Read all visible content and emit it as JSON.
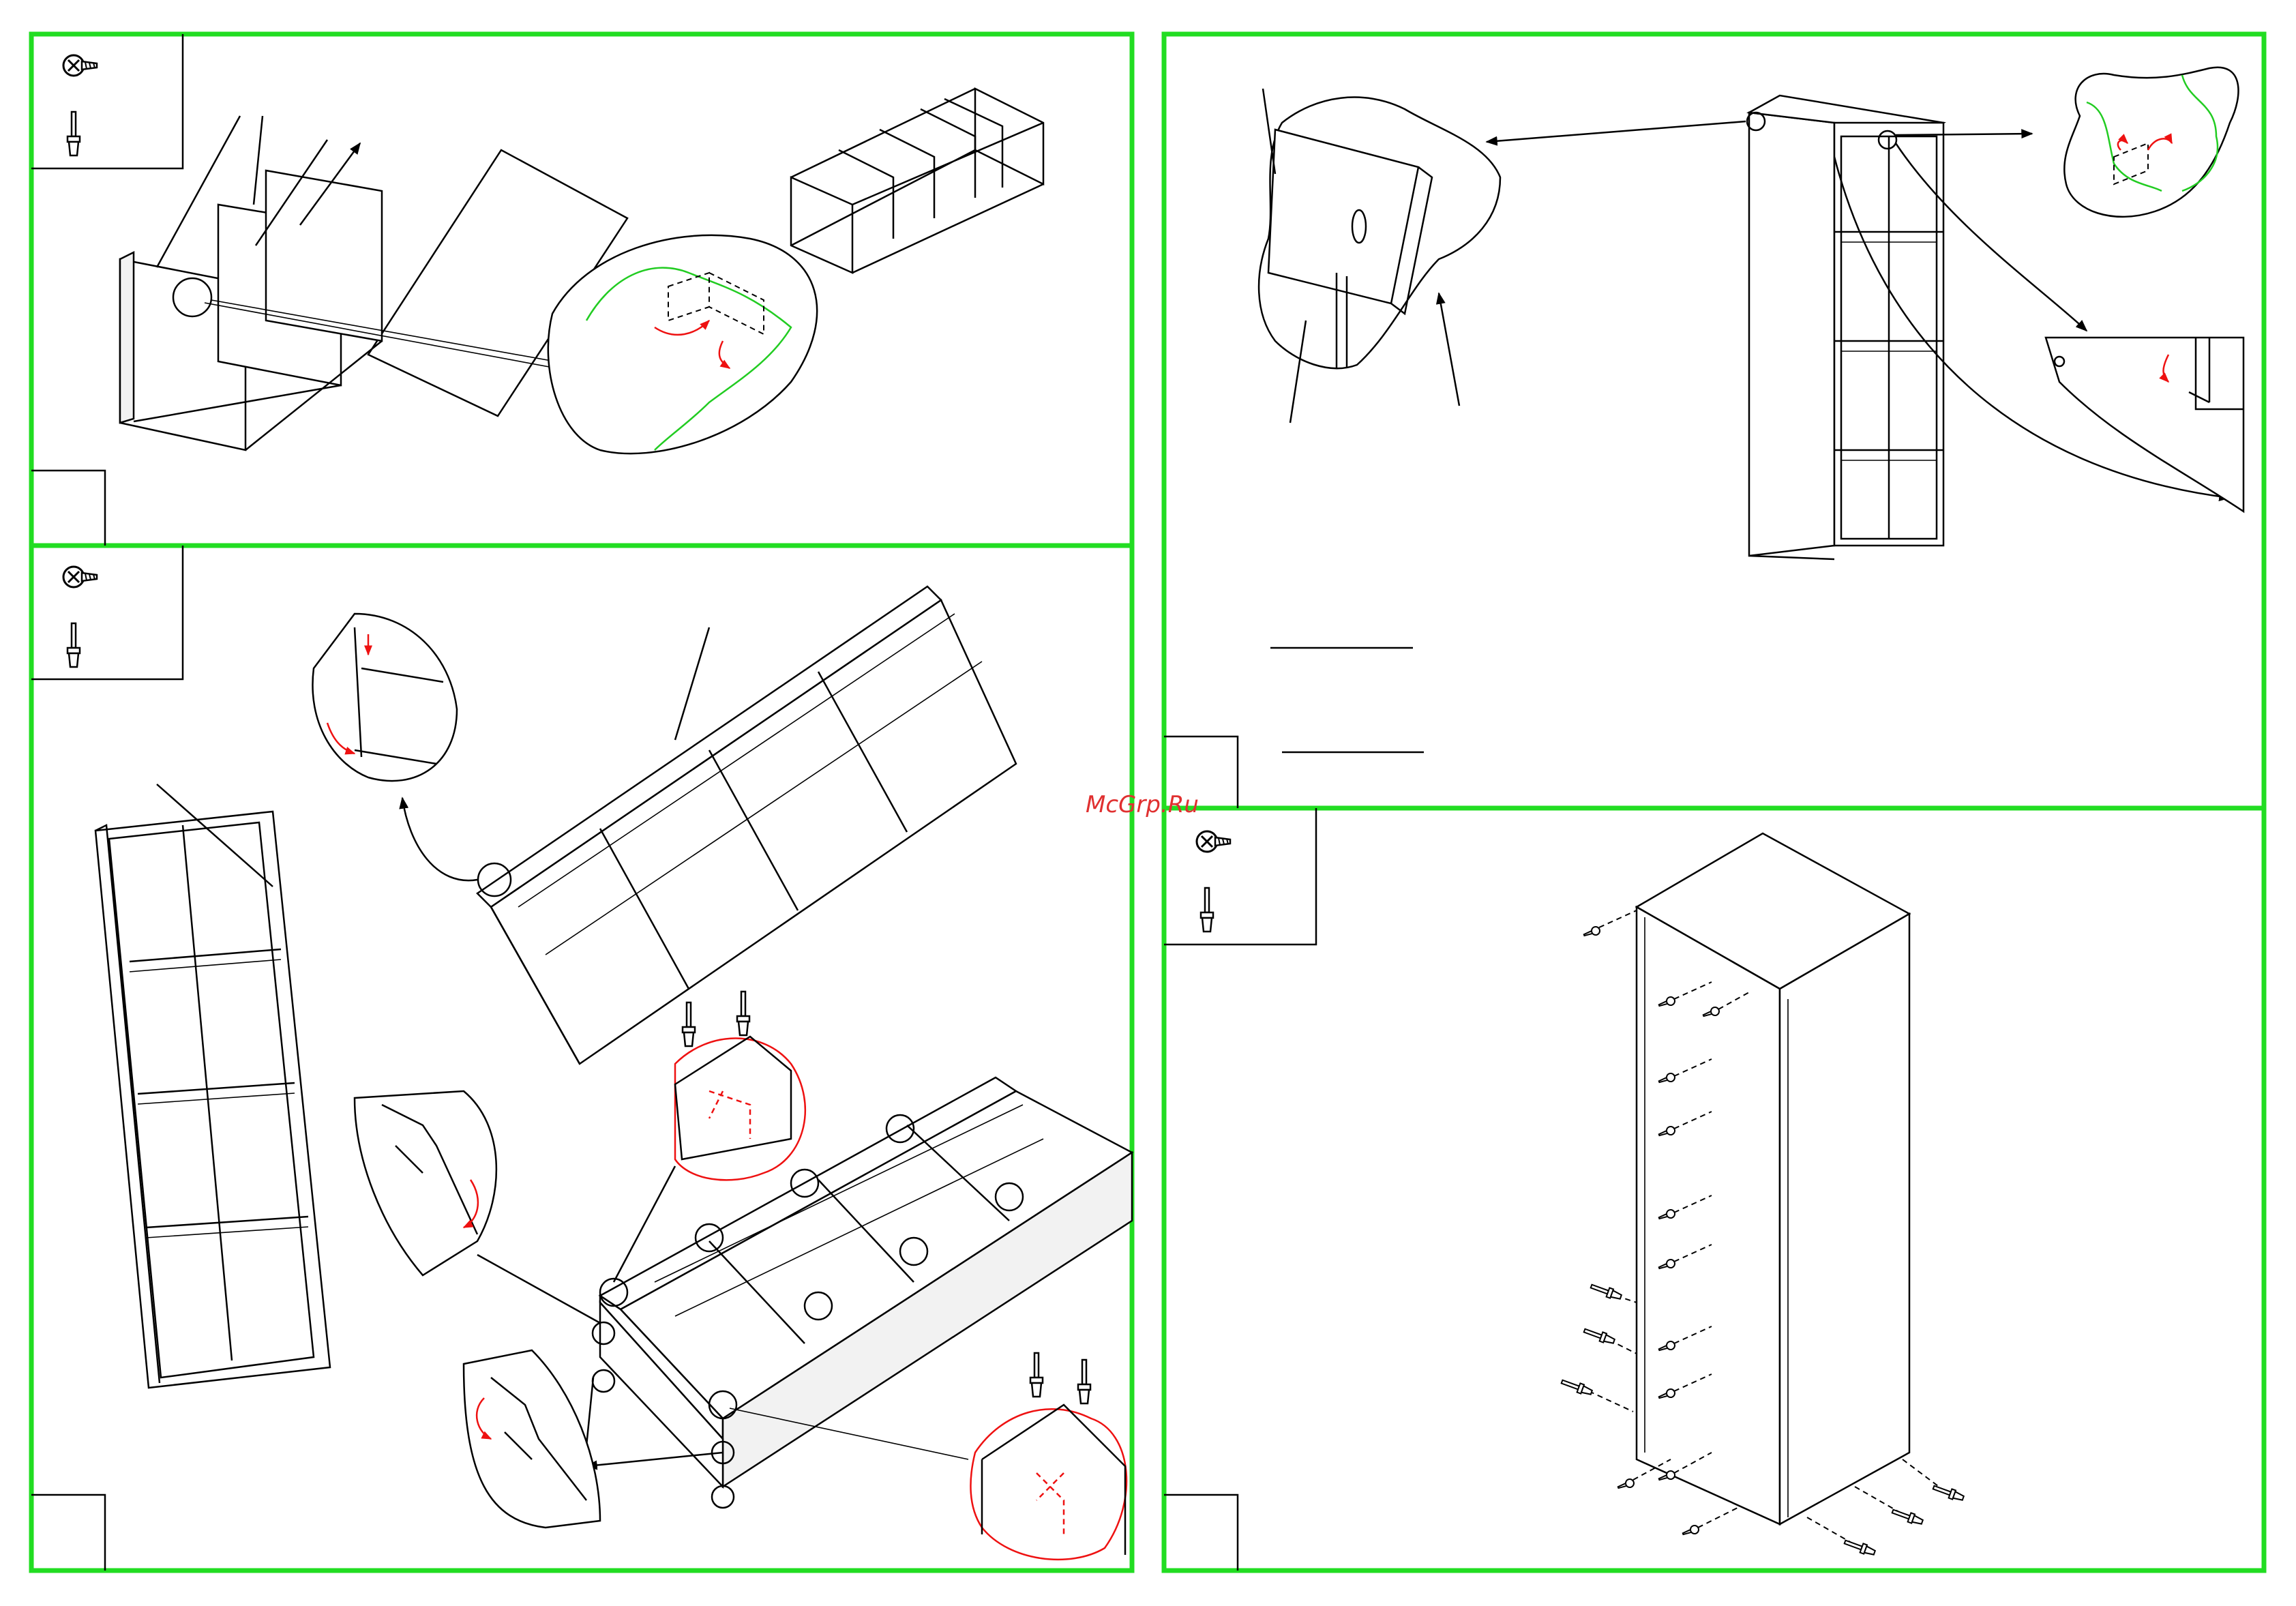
{
  "watermark": "McGrp.Ru",
  "colors": {
    "panel_border": "#22dd22",
    "detail_outline_red": "#e11111",
    "detail_outline_green": "#22cc22",
    "watermark": "#e03030"
  },
  "panels": [
    {
      "id": "panel-top-left",
      "hardware_icons": [
        "screw-icon",
        "cam-bolt-icon"
      ]
    },
    {
      "id": "panel-middle-left",
      "hardware_icons": [
        "screw-icon",
        "cam-bolt-icon"
      ]
    },
    {
      "id": "panel-top-right",
      "hardware_icons": []
    },
    {
      "id": "panel-bottom-right",
      "hardware_icons": [
        "screw-icon",
        "cam-bolt-icon"
      ]
    }
  ]
}
